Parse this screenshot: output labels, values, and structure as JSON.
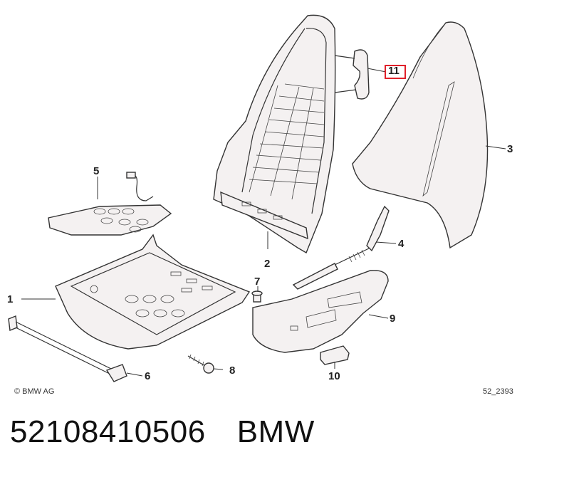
{
  "copyright": "© BMW AG",
  "diagram_code": "52_2393",
  "part_number": "52108410506",
  "brand": "BMW",
  "highlight_color": "#e0202a",
  "callouts": {
    "c1": "1",
    "c2": "2",
    "c3": "3",
    "c4": "4",
    "c5": "5",
    "c6": "6",
    "c7": "7",
    "c8": "8",
    "c9": "9",
    "c10": "10",
    "c11": "11"
  }
}
